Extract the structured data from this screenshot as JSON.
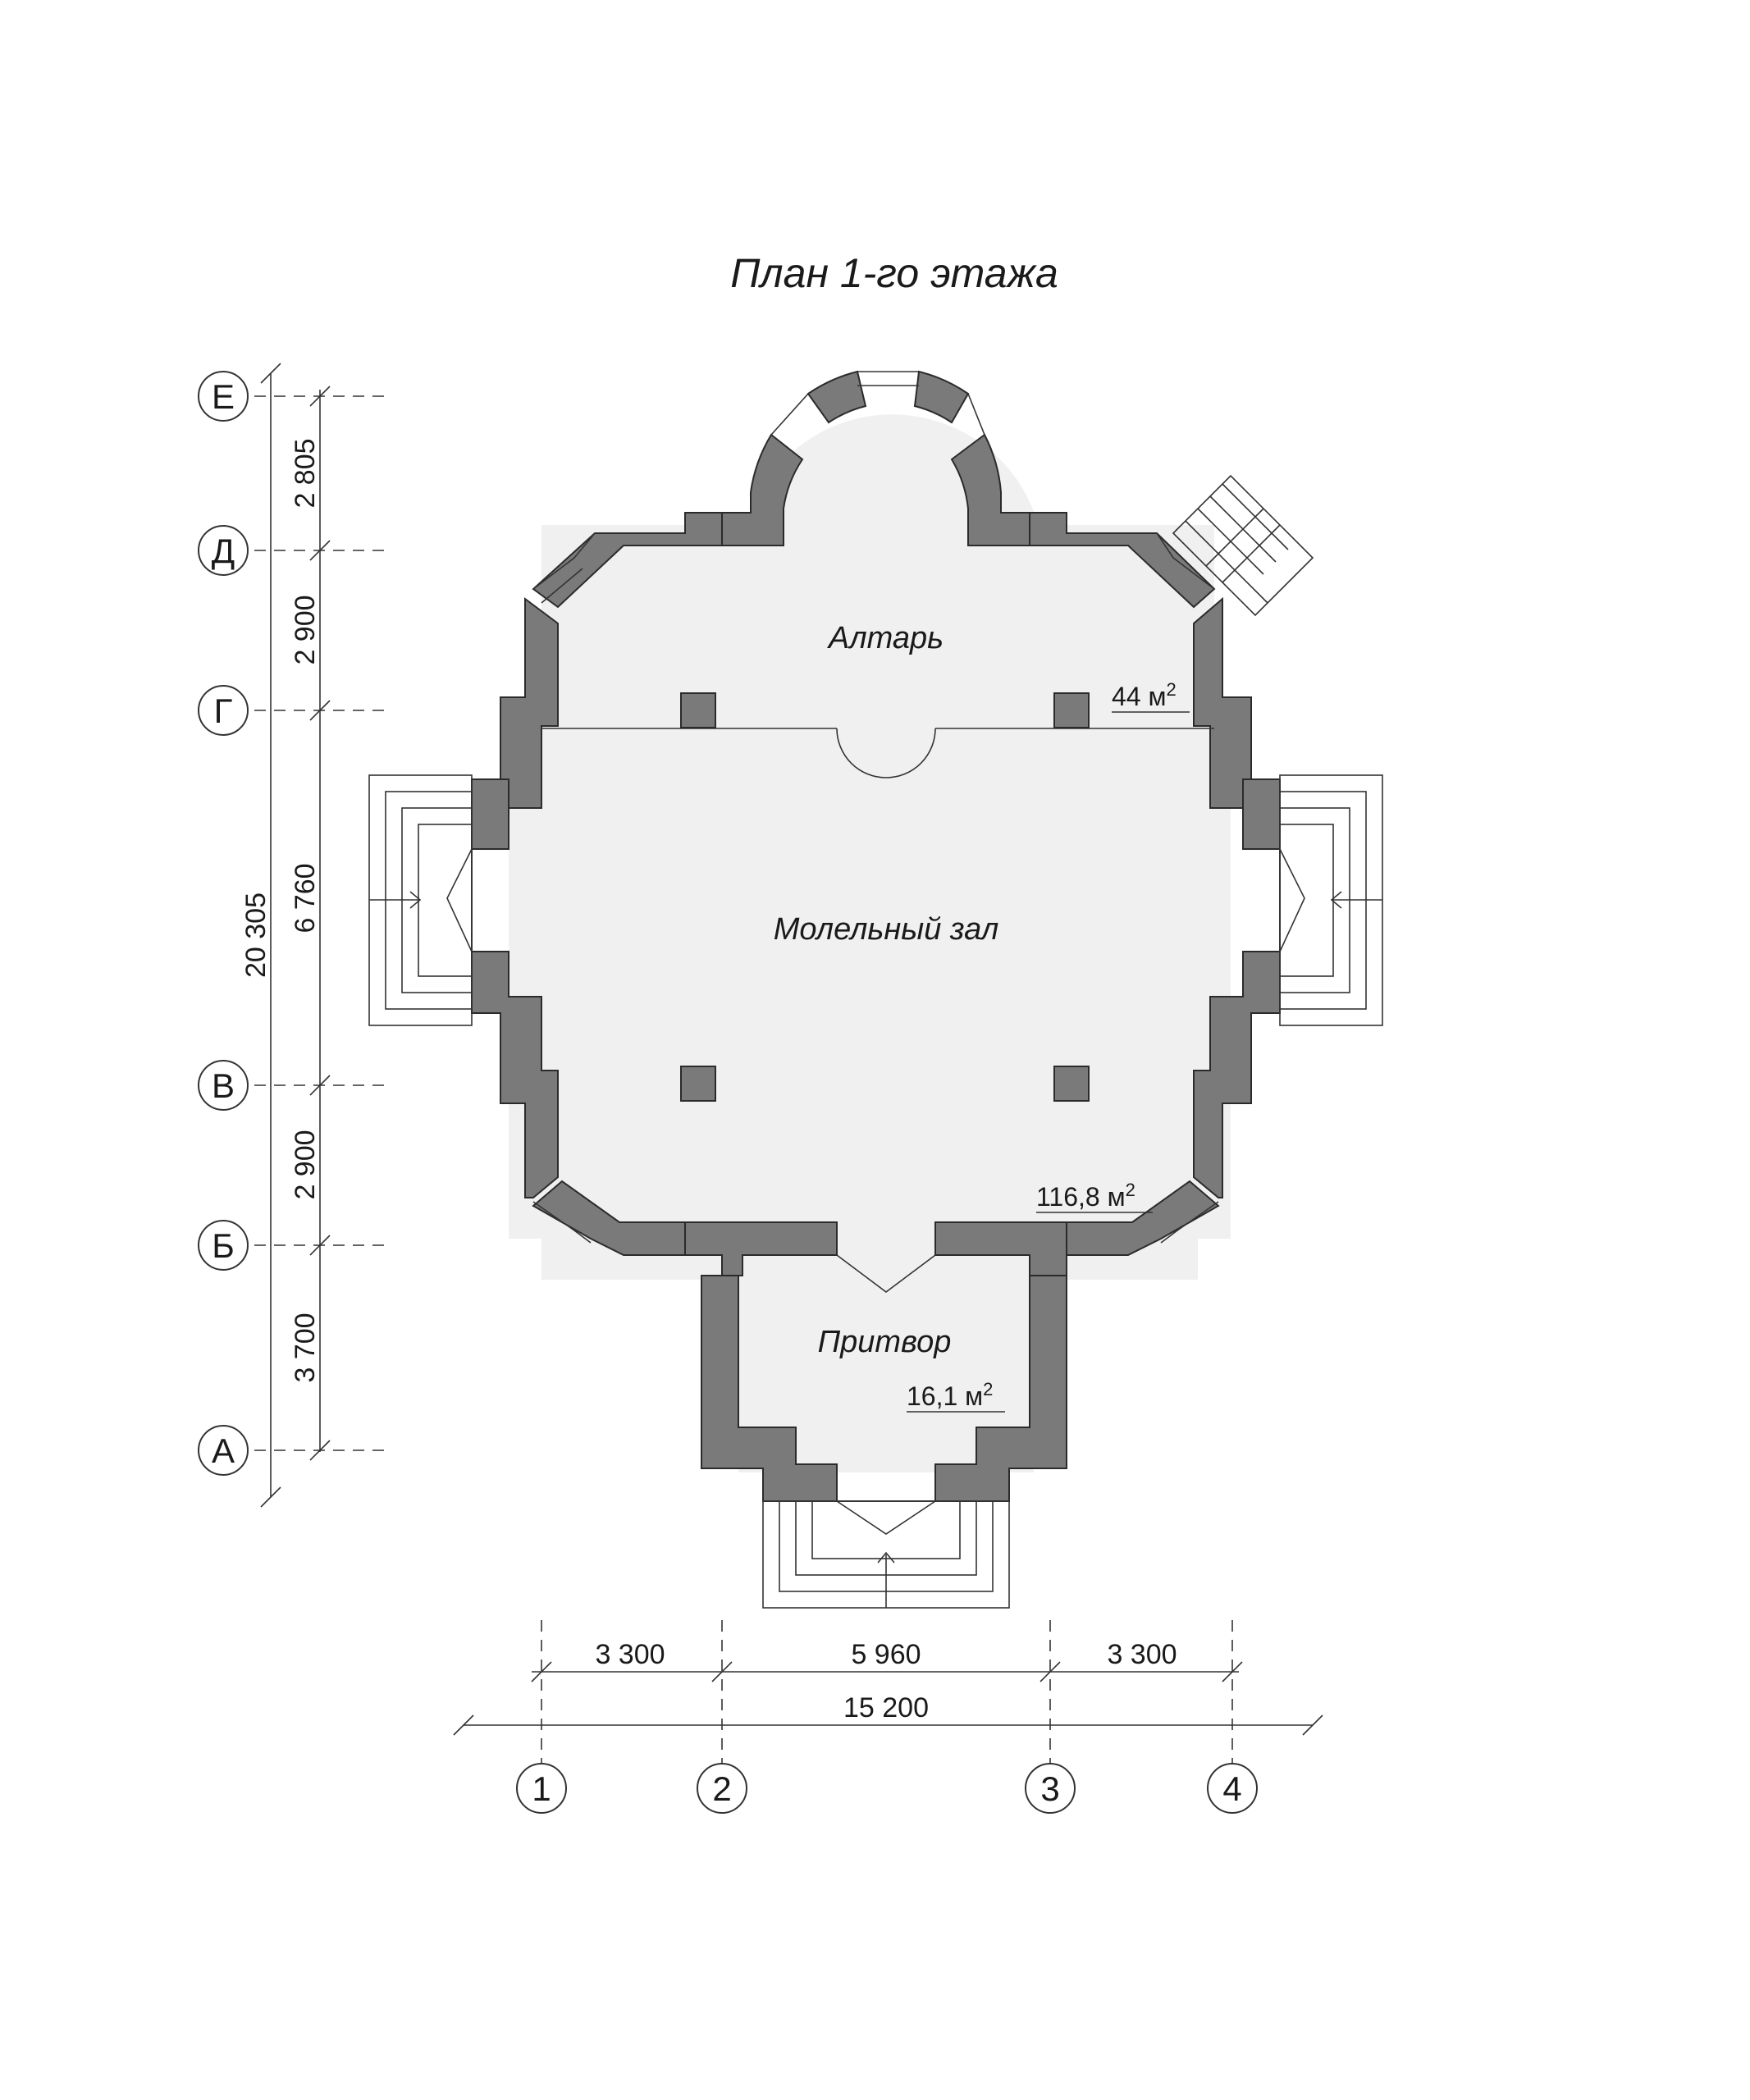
{
  "title": "План 1-го этажа",
  "rooms": {
    "altar": {
      "name": "Алтарь",
      "area": "44 м",
      "area_sup": "2"
    },
    "hall": {
      "name": "Молельный зал",
      "area": "116,8 м",
      "area_sup": "2"
    },
    "narthex": {
      "name": "Притвор",
      "area": "16,1 м",
      "area_sup": "2"
    }
  },
  "axes_vertical": [
    "Е",
    "Д",
    "Г",
    "В",
    "Б",
    "А"
  ],
  "axes_horizontal": [
    "1",
    "2",
    "3",
    "4"
  ],
  "dims_vertical": {
    "segments": [
      "2 805",
      "2 900",
      "6 760",
      "2 900",
      "3 700"
    ],
    "total": "20 305"
  },
  "dims_horizontal": {
    "segments": [
      "3 300",
      "5 960",
      "3 300"
    ],
    "total": "15 200"
  },
  "colors": {
    "wall": "#7a7a7a",
    "floor": "#f0f0f0",
    "line": "#333333"
  }
}
